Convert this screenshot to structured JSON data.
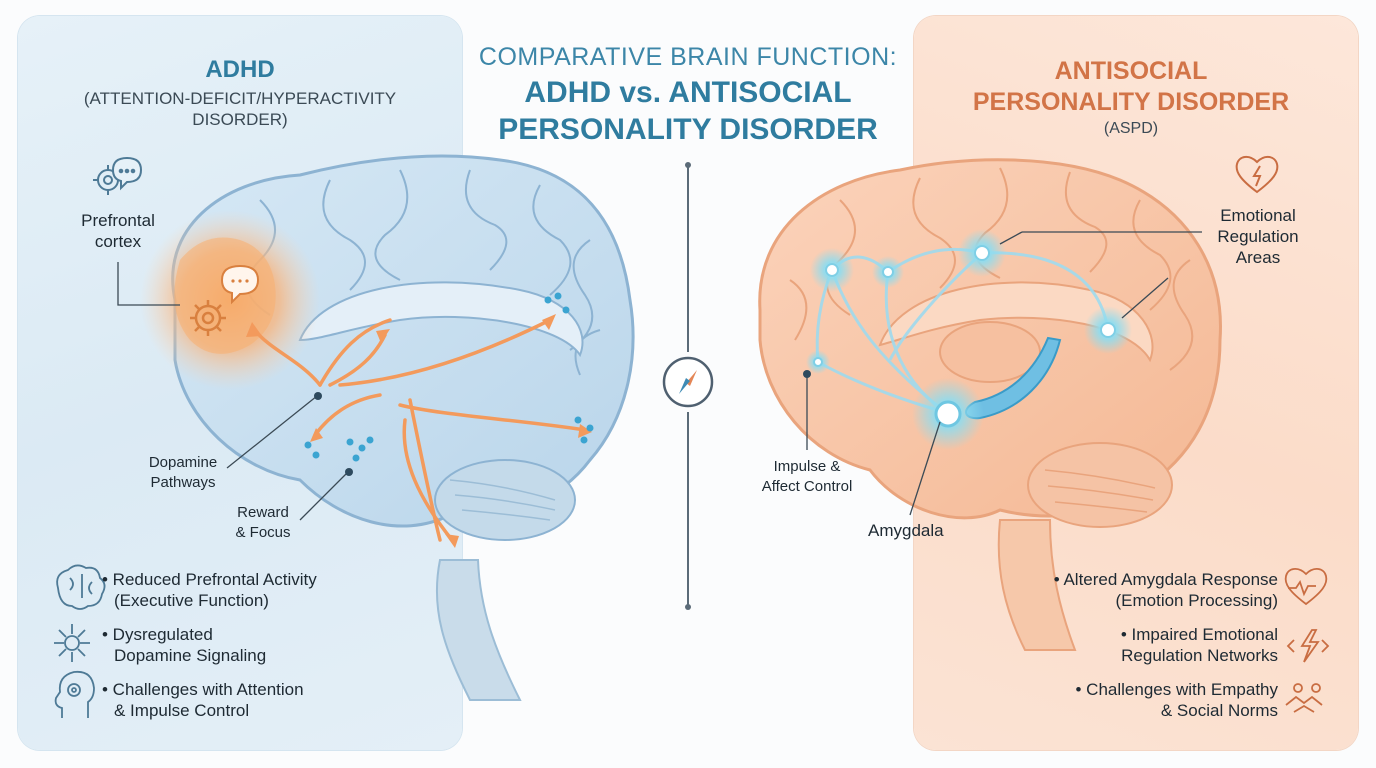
{
  "header": {
    "line1": "COMPARATIVE BRAIN FUNCTION:",
    "line2": "ADHD vs. ANTISOCIAL",
    "line3": "PERSONALITY DISORDER"
  },
  "left": {
    "title": "ADHD",
    "subtitle_line1": "(ATTENTION-DEFICIT/HYPERACTIVITY",
    "subtitle_line2": "DISORDER)",
    "labels": {
      "prefrontal_line1": "Prefrontal",
      "prefrontal_line2": "cortex",
      "dopamine_line1": "Dopamine",
      "dopamine_line2": "Pathways",
      "reward_line1": "Reward",
      "reward_line2": "& Focus"
    },
    "bullets": [
      {
        "icon": "brain-icon",
        "line1": "• Reduced Prefrontal Activity",
        "line2": "(Executive Function)"
      },
      {
        "icon": "neuron-icon",
        "line1": "• Dysregulated",
        "line2": "Dopamine Signaling"
      },
      {
        "icon": "head-gear-icon",
        "line1": "• Challenges with Attention",
        "line2": "& Impulse Control"
      }
    ],
    "accent": "#2f7c9f"
  },
  "right": {
    "title_line1": "ANTISOCIAL",
    "title_line2": "PERSONALITY DISORDER",
    "subtitle": "(ASPD)",
    "labels": {
      "emotional_line1": "Emotional",
      "emotional_line2": "Regulation",
      "emotional_line3": "Areas",
      "impulse_line1": "Impulse &",
      "impulse_line2": "Affect Control",
      "amygdala": "Amygdala"
    },
    "bullets": [
      {
        "icon": "heart-pulse-icon",
        "line1": "• Altered Amygdala Response",
        "line2": "(Emotion Processing)"
      },
      {
        "icon": "lightning-icon",
        "line1": "• Impaired Emotional",
        "line2": "Regulation Networks"
      },
      {
        "icon": "handshake-icon",
        "line1": "• Challenges with Empathy",
        "line2": "& Social Norms"
      }
    ],
    "accent": "#d27447"
  }
}
